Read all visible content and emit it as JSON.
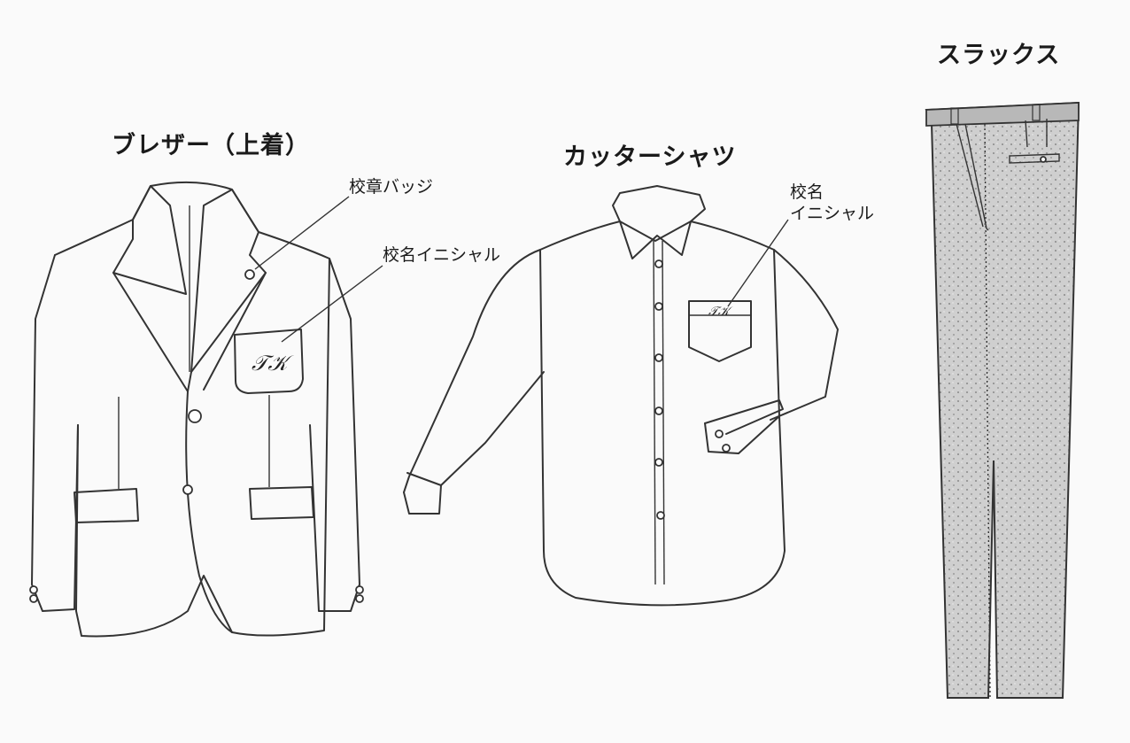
{
  "blazer": {
    "title": "ブレザー（上着）",
    "callouts": [
      "校章バッジ",
      "校名イニシャル"
    ],
    "initial_mark": "𝒯𝒦"
  },
  "shirt": {
    "title": "カッターシャツ",
    "callout_line1": "校名",
    "callout_line2": "イニシャル",
    "initial_mark": "𝒯𝒦"
  },
  "slacks": {
    "title": "スラックス"
  },
  "colors": {
    "outline": "#333333",
    "fabric_gray": "#c8c8c8",
    "background": "#fafafa"
  }
}
